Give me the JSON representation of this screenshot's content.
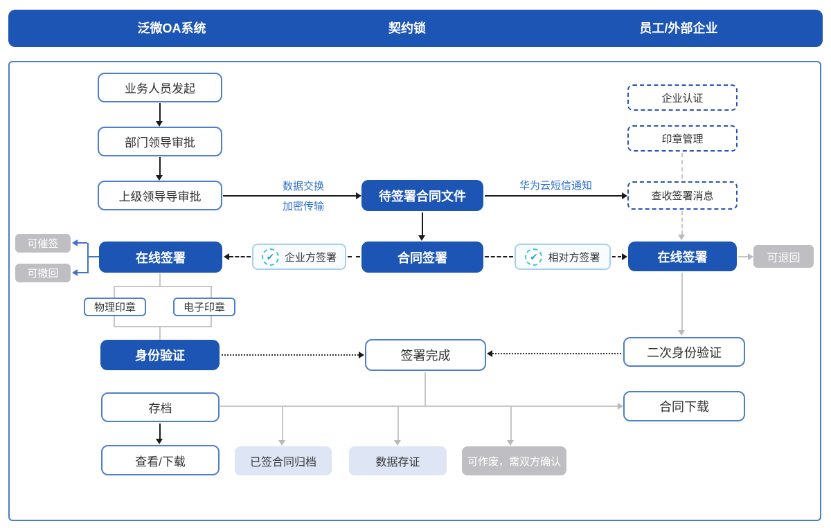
{
  "header": {
    "columns": [
      {
        "label": "泛微OA系统"
      },
      {
        "label": "契约锁"
      },
      {
        "label": "员工/外部企业"
      }
    ]
  },
  "colors": {
    "primary_blue": "#1d55b4",
    "box_border_blue": "#4d7fc9",
    "dashed_border_blue": "#2a50c0",
    "sign_border_blue": "#a8d0ee",
    "check_teal": "#3ec6d0",
    "check_mark_blue": "#2c9fd4",
    "gray_fill": "#bfbfc3",
    "light_fill": "#dee5f5",
    "edge_label_blue": "#2d6fd2",
    "gray_line": "#c6c6c9"
  },
  "nodes": {
    "initiate": "业务人员发起",
    "dept_approval": "部门领导审批",
    "senior_approval": "上级领导导审批",
    "online_sign_left": "在线签署",
    "urge_sign": "可催签",
    "withdraw": "可撤回",
    "physical_seal": "物理印章",
    "electronic_seal": "电子印章",
    "identity_verify": "身份验证",
    "archive": "存档",
    "view_download": "查看/下载",
    "pending_contract": "待签署合同文件",
    "contract_sign": "合同签署",
    "enterprise_sign": "企业方签署",
    "counterparty_sign": "相对方签署",
    "sign_complete": "签署完成",
    "signed_archive": "已签合同归档",
    "data_evidence": "数据存证",
    "voidable": "可作废，需双方确认",
    "enterprise_auth": "企业认证",
    "seal_mgmt": "印章管理",
    "check_message": "查收签署消息",
    "online_sign_right": "在线签署",
    "returnable": "可退回",
    "second_verify": "二次身份验证",
    "contract_download": "合同下载"
  },
  "edges": {
    "exchange": "数据交换",
    "encrypt": "加密传输",
    "sms": "华为云短信通知"
  },
  "icons": {
    "check": "✔"
  }
}
